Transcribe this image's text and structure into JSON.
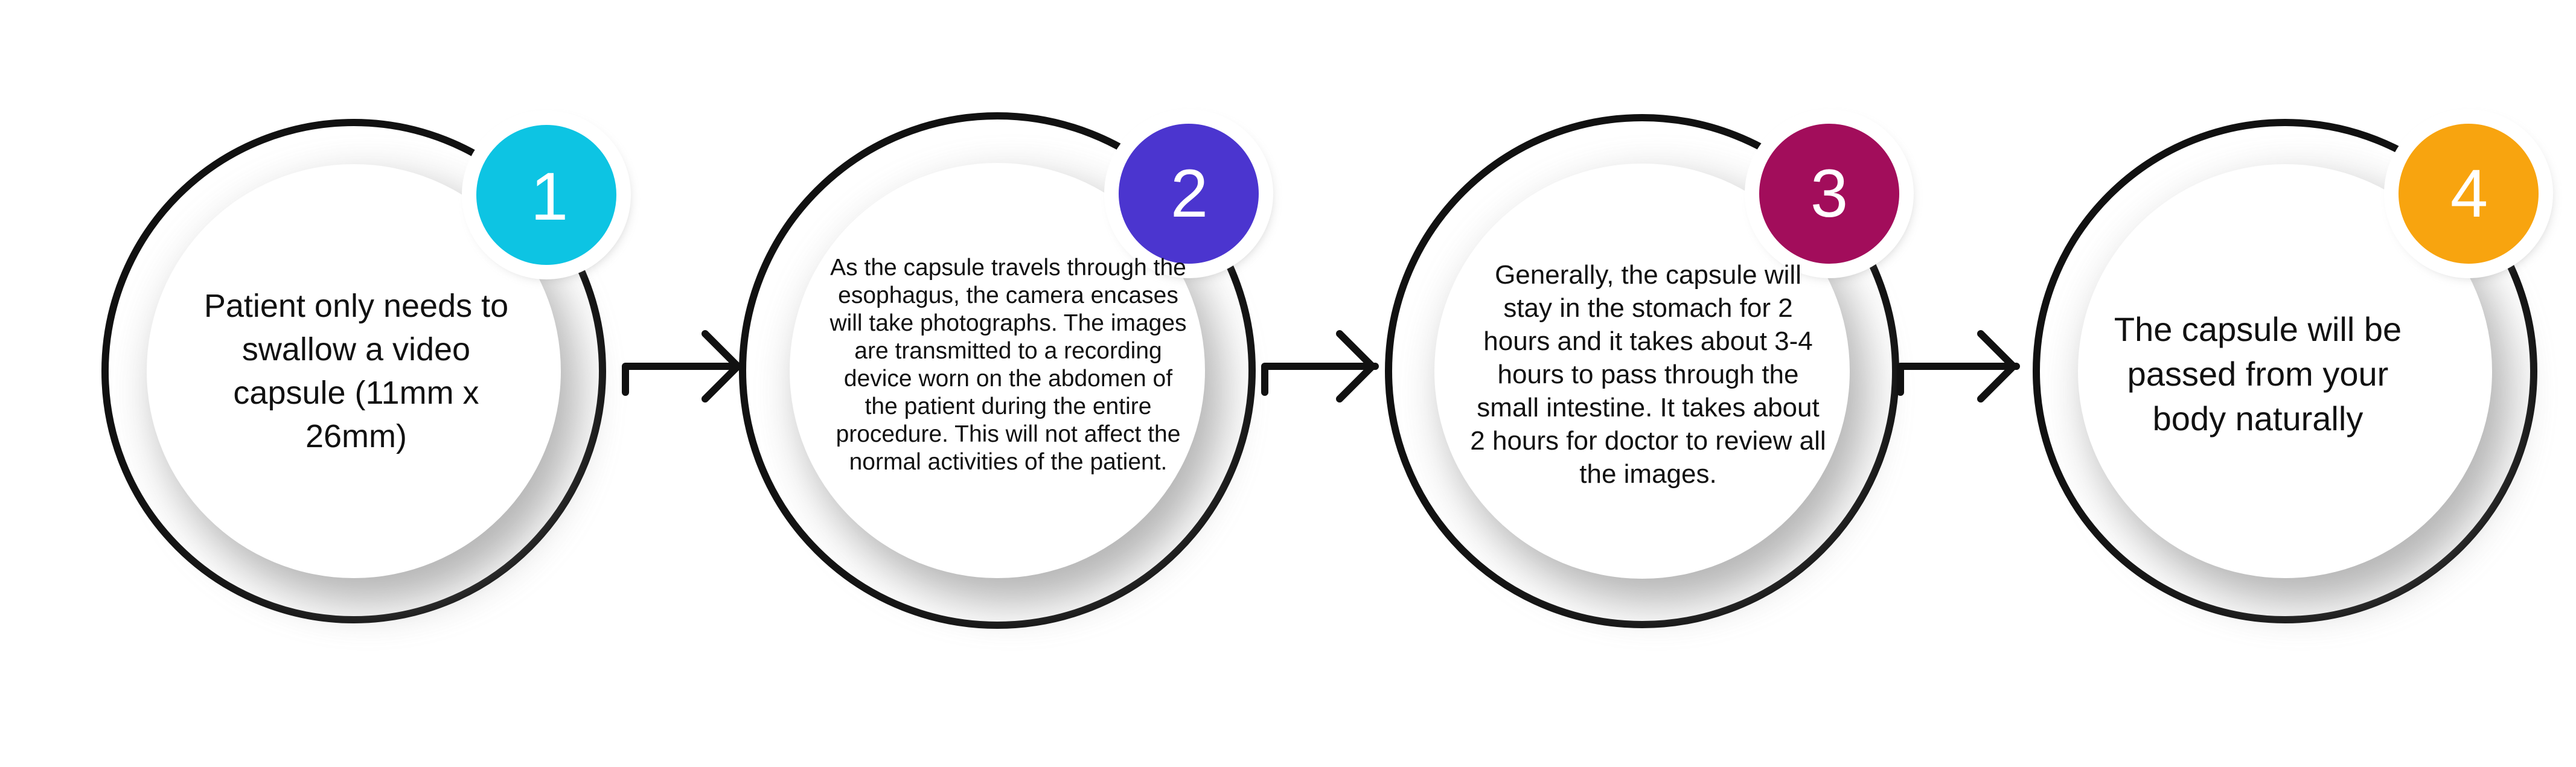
{
  "steps": [
    {
      "number": "1",
      "color": "#0DC4E3",
      "text": "Patient only needs to swallow a video capsule (11mm x 26mm)"
    },
    {
      "number": "2",
      "color": "#4B35CF",
      "text": "As the capsule travels through the esophagus, the camera encases will take photographs. The images are transmitted to a recording device worn on the abdomen of the patient during the entire procedure. This will not affect the normal activities of the patient."
    },
    {
      "number": "3",
      "color": "#A20D5B",
      "text": "Generally, the capsule will stay in the stomach for 2 hours and it takes about 3-4 hours to pass through the small intestine. It takes about 2 hours for doctor to review all the images."
    },
    {
      "number": "4",
      "color": "#F8A40F",
      "text": "The capsule will be passed from your body naturally"
    }
  ],
  "colors": {
    "ring": "#111111",
    "arrow": "#111111",
    "shadow": "#8c8c8c",
    "inner_fill": "#ffffff",
    "badge_border": "#ffffff"
  }
}
